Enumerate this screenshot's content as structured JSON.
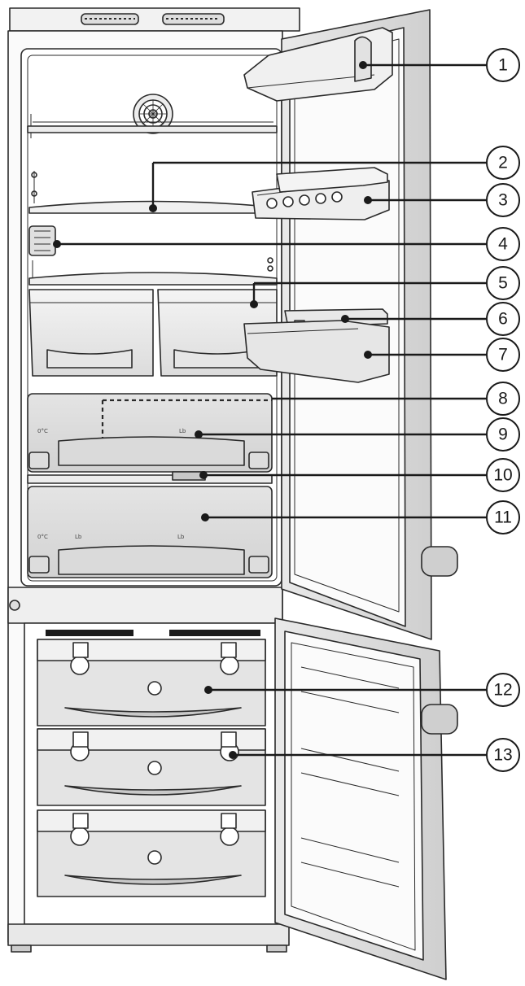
{
  "callouts": [
    {
      "num": "1",
      "part": "door-top-shelf"
    },
    {
      "num": "2",
      "part": "glass-shelf"
    },
    {
      "num": "3",
      "part": "egg-tray-shelf"
    },
    {
      "num": "4",
      "part": "interior-light"
    },
    {
      "num": "5",
      "part": "bottle-shelf-crisper"
    },
    {
      "num": "6",
      "part": "bottle-holder"
    },
    {
      "num": "7",
      "part": "door-bottle-shelf"
    },
    {
      "num": "8",
      "part": "drawer-divider"
    },
    {
      "num": "9",
      "part": "biofresh-drawer-upper"
    },
    {
      "num": "10",
      "part": "humidity-slider"
    },
    {
      "num": "11",
      "part": "biofresh-drawer-lower"
    },
    {
      "num": "12",
      "part": "freezer-drawer"
    },
    {
      "num": "13",
      "part": "drawer-label-slider"
    }
  ],
  "colors": {
    "line": "#2a2a2a",
    "fill_light": "#f2f2f2",
    "fill_mid": "#e2e2e2",
    "fill_dark": "#c8c8c8",
    "fill_black": "#1a1a1a"
  }
}
